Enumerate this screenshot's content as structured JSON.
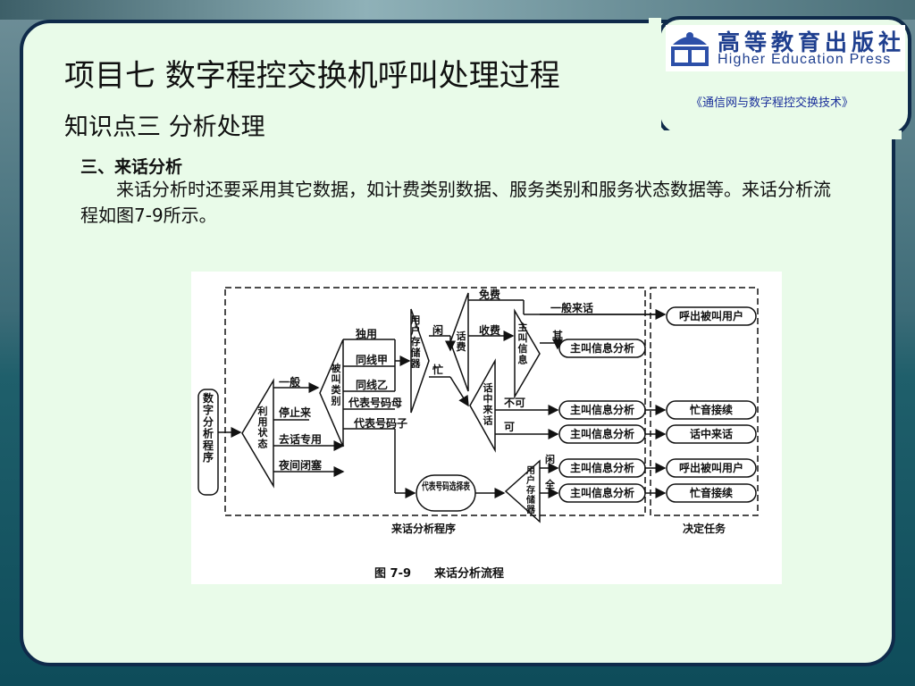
{
  "publisher": {
    "name_cn": "高等教育出版社",
    "name_en": "Higher Education Press"
  },
  "book_title": "《通信网与数字程控交换技术》",
  "slide": {
    "title": "项目七  数字程控交换机呼叫处理过程",
    "subtitle": "知识点三   分析处理",
    "section_heading": "三、来话分析",
    "paragraph": "　　来话分析时还要采用其它数据，如计费类别数据、服务类别和服务状态数据等。来话分析流程如图7-9所示。"
  },
  "figure": {
    "caption_num": "图 7-9",
    "caption_text": "来话分析流程",
    "region_left": "来话分析程序",
    "region_right": "决定任务",
    "start": "数字分析程序",
    "t1": "利用状态",
    "t1_outs": [
      "一般",
      "停止来",
      "去话专用",
      "夜间闭塞"
    ],
    "t2": "被叫类别",
    "t2_outs": [
      "独用",
      "同线甲",
      "同线乙",
      "代表号码母",
      "代表号码子"
    ],
    "t3": "用户存储器",
    "t3_outs": [
      "闲",
      "忙"
    ],
    "t4": "话费",
    "t4_outs": [
      "免费",
      "收费"
    ],
    "t5": "主叫信息",
    "t5_outs": [
      "一般来话",
      "其"
    ],
    "t6": "话中来话",
    "t6_outs": [
      "不可",
      "可"
    ],
    "rep_table": "代表号码选择表",
    "t7": "用户存储器",
    "t7_outs": [
      "闲",
      "全"
    ],
    "analysis_box": "主叫信息分析",
    "tasks": [
      "呼出被叫用户",
      "忙音接续",
      "话中来话",
      "呼出被叫用户",
      "忙音接续"
    ]
  }
}
